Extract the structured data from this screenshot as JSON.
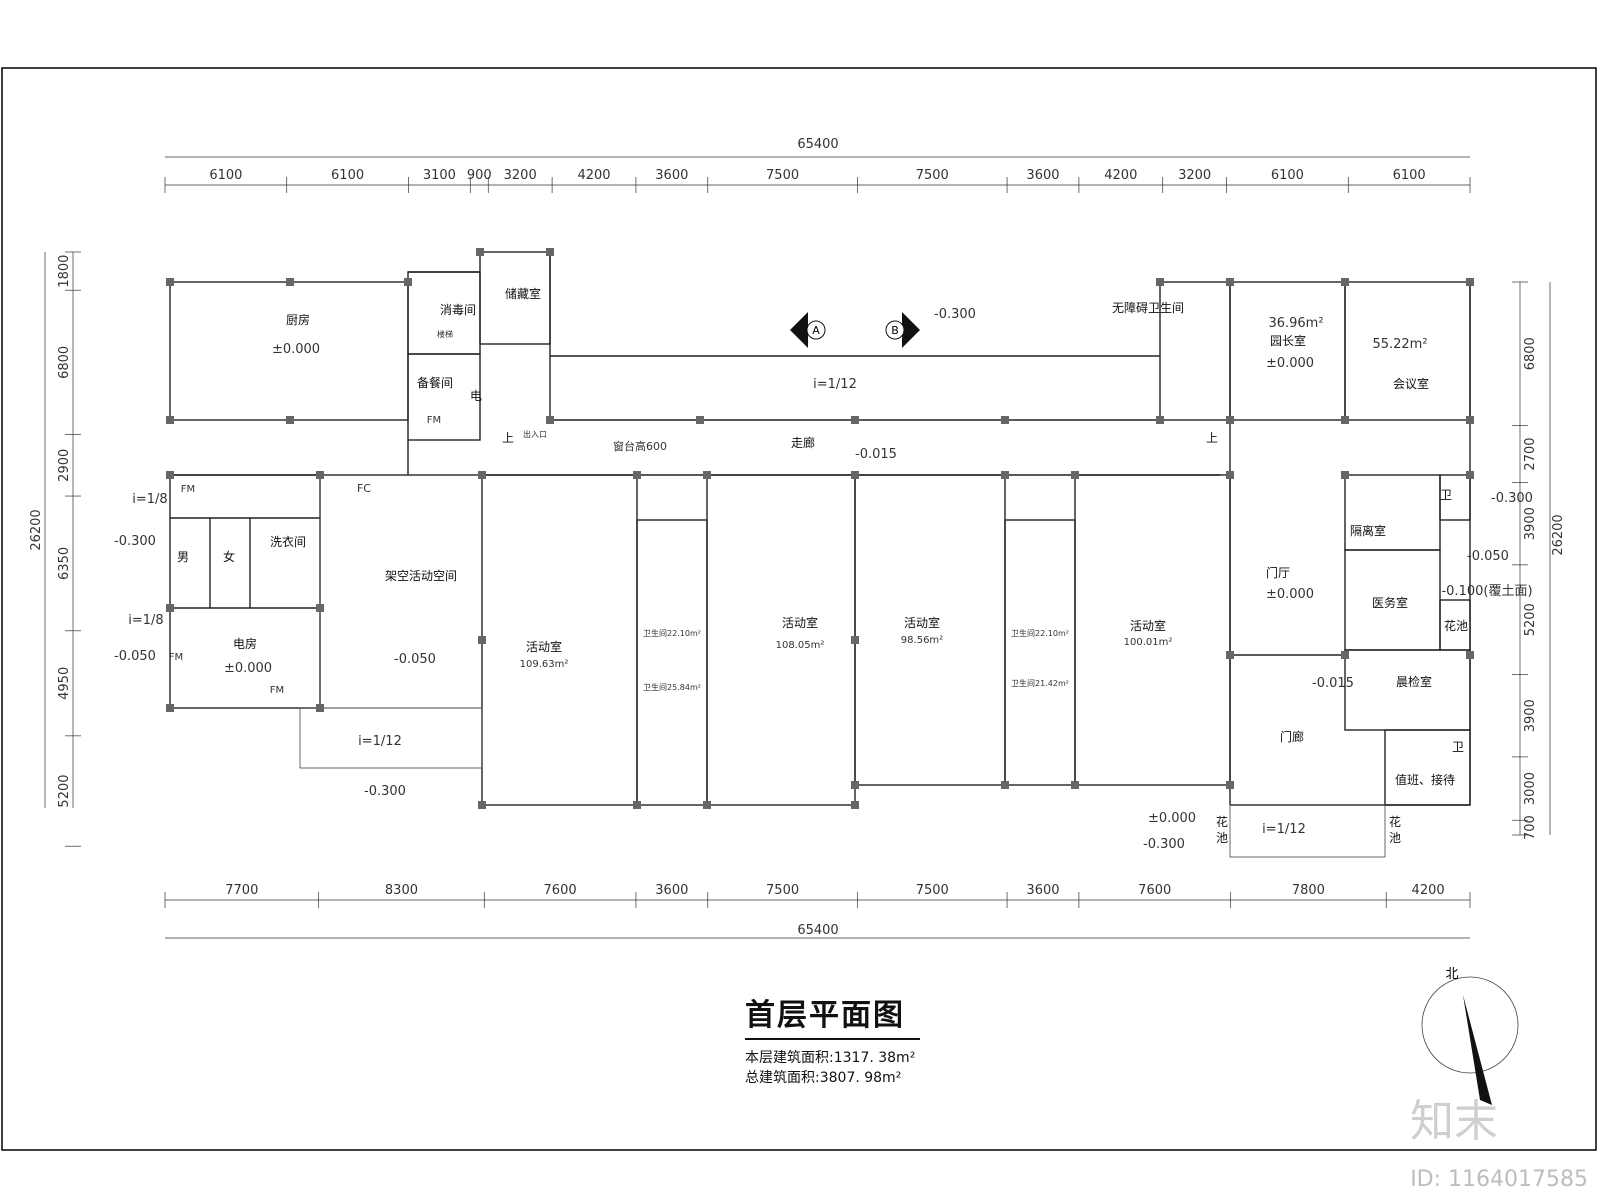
{
  "title": "首层平面图",
  "area_floor": "本层建筑面积:1317. 38m²",
  "area_total": "总建筑面积:3807. 98m²",
  "id_label": "ID: 1164017585",
  "watermark": "知末",
  "north_label": "北",
  "dims": {
    "total_top": "65400",
    "total_bottom": "65400",
    "top": [
      "6100",
      "6100",
      "3100",
      "900",
      "3200",
      "4200",
      "3600",
      "7500",
      "7500",
      "3600",
      "4200",
      "3200",
      "6100",
      "6100"
    ],
    "bottom": [
      "7700",
      "8300",
      "7600",
      "3600",
      "7500",
      "7500",
      "3600",
      "7600",
      "7800",
      "4200"
    ],
    "left": [
      "1800",
      "6800",
      "2900",
      "6350",
      "4950",
      "5200"
    ],
    "left_total": "26200",
    "right": [
      "6800",
      "2700",
      "3900",
      "5200",
      "3900",
      "3000",
      "700"
    ],
    "right_total": "26200"
  },
  "rooms": {
    "kitchen": "厨房",
    "disinfection": "消毒间",
    "storage": "储藏室",
    "serving": "备餐间",
    "elec_small": "电",
    "men": "男",
    "women": "女",
    "laundry": "洗衣间",
    "open_space": "架空活动空间",
    "electric": "电房",
    "activity1": "活动室",
    "activity2": "活动室",
    "activity3": "活动室",
    "activity4": "活动室",
    "corridor": "走廊",
    "accessible_wc": "无障碍卫生间",
    "director": "园长室",
    "meeting": "会议室",
    "isolation": "隔离室",
    "lobby": "门厅",
    "clinic": "医务室",
    "morning_check": "晨检室",
    "porch": "门廊",
    "duty": "值班、接待",
    "wc1": "卫",
    "wc2": "卫",
    "planter1": "花池",
    "planter2": "花",
    "planter2b": "池",
    "planter3": "花",
    "planter3b": "池",
    "planter_right": "花池",
    "wc_small1": "卫生间22.10m²",
    "wc_small2": "卫生间25.84m²",
    "wc_small3": "卫生间22.10m²",
    "wc_small4": "卫生间21.42m²",
    "stair_up1": "上",
    "stair_up2": "上",
    "stair_label": "楼梯",
    "exit_label": "出入口"
  },
  "areas": {
    "activity1": "109.63m²",
    "activity2": "108.05m²",
    "activity3": "98.56m²",
    "activity4": "100.01m²",
    "director": "36.96m²",
    "meeting": "55.22m²"
  },
  "levels": {
    "kitchen": "±0.000",
    "corridor_top": "-0.300",
    "left_ext": "-0.300",
    "left_ext2": "-0.050",
    "electric": "±0.000",
    "open_space": "-0.050",
    "bottom_ramp": "-0.300",
    "corridor": "-0.015",
    "director": "±0.000",
    "lobby": "±0.000",
    "porch": "-0.015",
    "right_ext1": "-0.300",
    "right_ext2": "-0.050",
    "right_ext3": "-0.100(覆土面)",
    "entrance": "±0.000",
    "entrance2": "-0.300"
  },
  "slopes": {
    "top": "i=1/12",
    "left1": "i=1/8",
    "left2": "i=1/8",
    "bottom": "i=1/12",
    "porch": "i=1/12"
  },
  "section_marks": [
    "A",
    "B"
  ],
  "misc": {
    "fm1": "FM",
    "fm2": "FM",
    "fm3": "FM",
    "fm4": "FM",
    "fc": "FC",
    "sill": "窗台高600"
  }
}
